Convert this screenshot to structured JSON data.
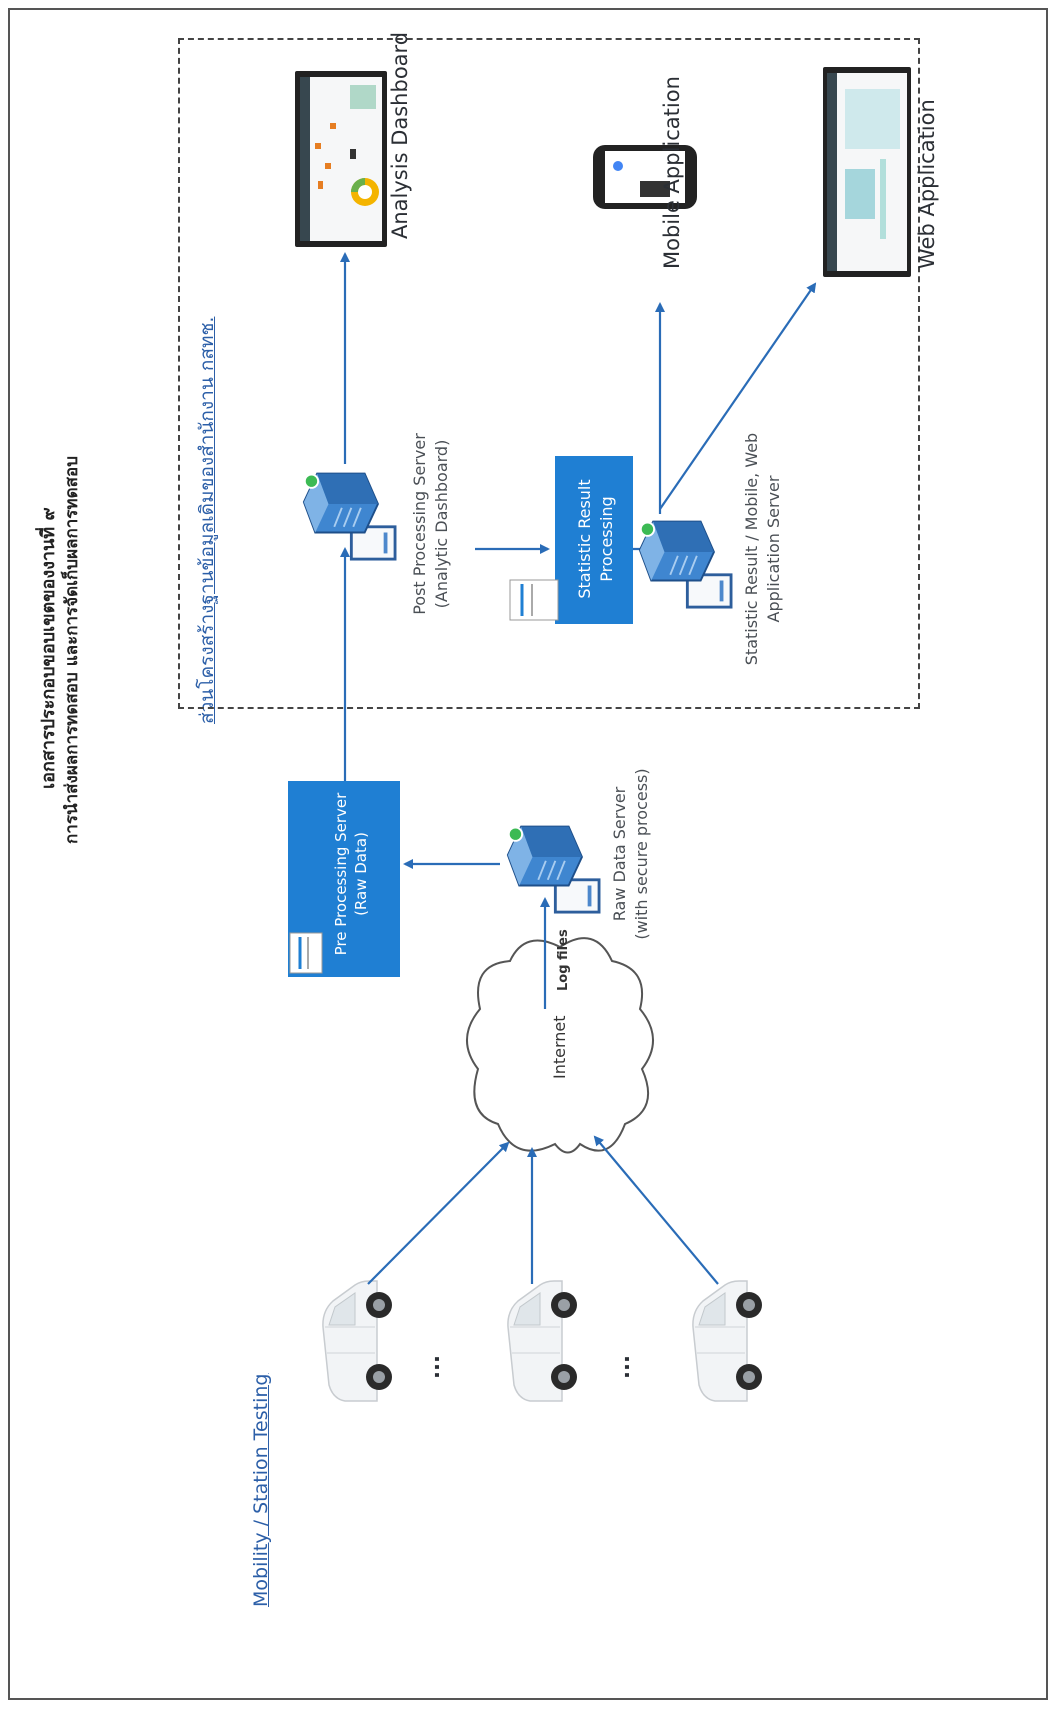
{
  "header": {
    "line1": "เอกสารประกอบขอบเขตของงานที่ ๙",
    "line2": "การนำส่งผลการทดสอบ และการจัดเก็บผลการทดสอบ"
  },
  "sections": {
    "mobility_title": "Mobility / Station Testing",
    "infra_title": "ส่วนโครงสร้างฐานข้อมูลเดิมของสำนักงาน กสทช."
  },
  "nodes": {
    "ellipsis_1": "...",
    "ellipsis_2": "...",
    "internet": "Internet",
    "log_files": "Log files",
    "raw_server_line1": "Raw Data Server",
    "raw_server_line2": "(with secure process)",
    "pre_processing_line1": "Pre    Processing Server",
    "pre_processing_line2": "(Raw Data)",
    "post_server_line1": "Post Processing Server",
    "post_server_line2": "(Analytic Dashboard)",
    "statistic_processing_line1": "Statistic Result",
    "statistic_processing_line2": "Processing",
    "stat_server_line1": "Statistic Result / Mobile, Web",
    "stat_server_line2": "Application Server",
    "analysis_dashboard": "Analysis Dashboard",
    "mobile_application": "Mobile Application",
    "web_application": "Web Application"
  },
  "colors": {
    "box_blue": "#1f7fd3",
    "arrow_blue": "#2a6cb7",
    "server_blue": "#3f86d0"
  }
}
